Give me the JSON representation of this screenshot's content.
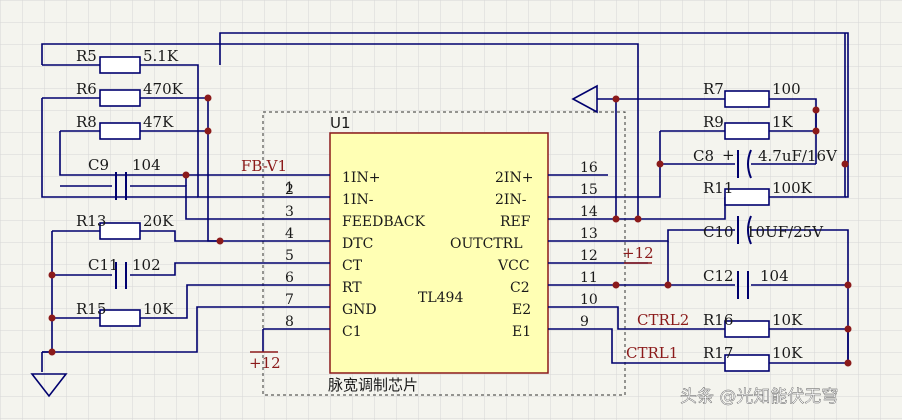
{
  "chip": {
    "ref": "U1",
    "part": "TL494",
    "desc": "脉宽调制芯片"
  },
  "left_pins": [
    {
      "num": "1",
      "name": "1IN+"
    },
    {
      "num": "2",
      "name": "1IN-"
    },
    {
      "num": "3",
      "name": "FEEDBACK"
    },
    {
      "num": "4",
      "name": "DTC"
    },
    {
      "num": "5",
      "name": "CT"
    },
    {
      "num": "6",
      "name": "RT"
    },
    {
      "num": "7",
      "name": "GND"
    },
    {
      "num": "8",
      "name": "C1"
    }
  ],
  "right_pins": [
    {
      "num": "16",
      "name": "2IN+"
    },
    {
      "num": "15",
      "name": "2IN-"
    },
    {
      "num": "14",
      "name": "REF"
    },
    {
      "num": "13",
      "name": "OUTCTRL"
    },
    {
      "num": "12",
      "name": "VCC"
    },
    {
      "num": "11",
      "name": "C2"
    },
    {
      "num": "10",
      "name": "E2"
    },
    {
      "num": "9",
      "name": "E1"
    }
  ],
  "left_parts": [
    {
      "ref": "R5",
      "value": "5.1K"
    },
    {
      "ref": "R6",
      "value": "470K"
    },
    {
      "ref": "R8",
      "value": "47K"
    },
    {
      "ref": "C9",
      "value": "104"
    },
    {
      "ref": "R13",
      "value": "20K"
    },
    {
      "ref": "C11",
      "value": "102"
    },
    {
      "ref": "R15",
      "value": "10K"
    }
  ],
  "right_parts": [
    {
      "ref": "R7",
      "value": "100"
    },
    {
      "ref": "R9",
      "value": "1K"
    },
    {
      "ref": "C8",
      "value": "4.7uF/16V"
    },
    {
      "ref": "R11",
      "value": "100K"
    },
    {
      "ref": "C10",
      "value": "10UF/25V"
    },
    {
      "ref": "C12",
      "value": "104"
    },
    {
      "ref": "R16",
      "value": "10K"
    },
    {
      "ref": "R17",
      "value": "10K"
    }
  ],
  "nets": {
    "fb": "FB-V1",
    "vcc_top": "+12",
    "vcc_bottom": "+12",
    "ctrl2": "CTRL2",
    "ctrl1": "CTRL1",
    "cap_plus": "+"
  },
  "watermark": "头条 @光知能伏无穹",
  "colors": {
    "wire": "#00006e",
    "grid": "#d6d6d6",
    "chip": "#ffffb4",
    "net": "#8b1a1a"
  }
}
